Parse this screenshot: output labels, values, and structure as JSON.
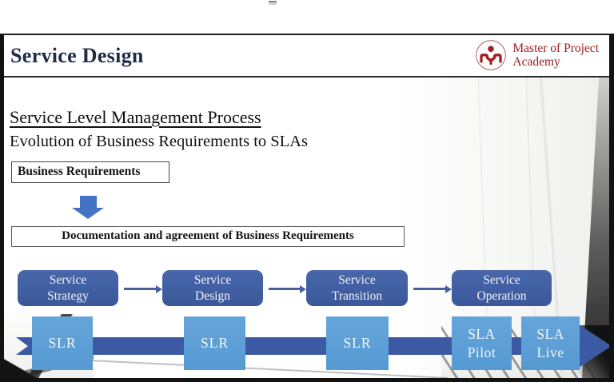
{
  "header": {
    "title": "Service Design",
    "logo": {
      "line1": "Master of Project",
      "line2": "Academy"
    }
  },
  "content": {
    "heading": "Service Level Management Process",
    "subheading": "Evolution of Business Requirements to SLAs",
    "requirements_box": "Business Requirements",
    "documentation_box": "Documentation and agreement of Business Requirements",
    "stages": [
      "Service\nStrategy",
      "Service\nDesign",
      "Service\nTransition",
      "Service\nOperation"
    ],
    "timeline": [
      "SLR",
      "SLR",
      "SLR",
      "SLA\nPilot",
      "SLA\nLive"
    ]
  },
  "colors": {
    "stage_blue": "#3d5c9f",
    "timeline_blue": "#5d9ed8",
    "band_blue": "#3b5aa3",
    "connector_blue": "#44609f",
    "title_navy": "#1e2d45",
    "logo_red": "#9c1c20",
    "heading_black": "#101010"
  }
}
